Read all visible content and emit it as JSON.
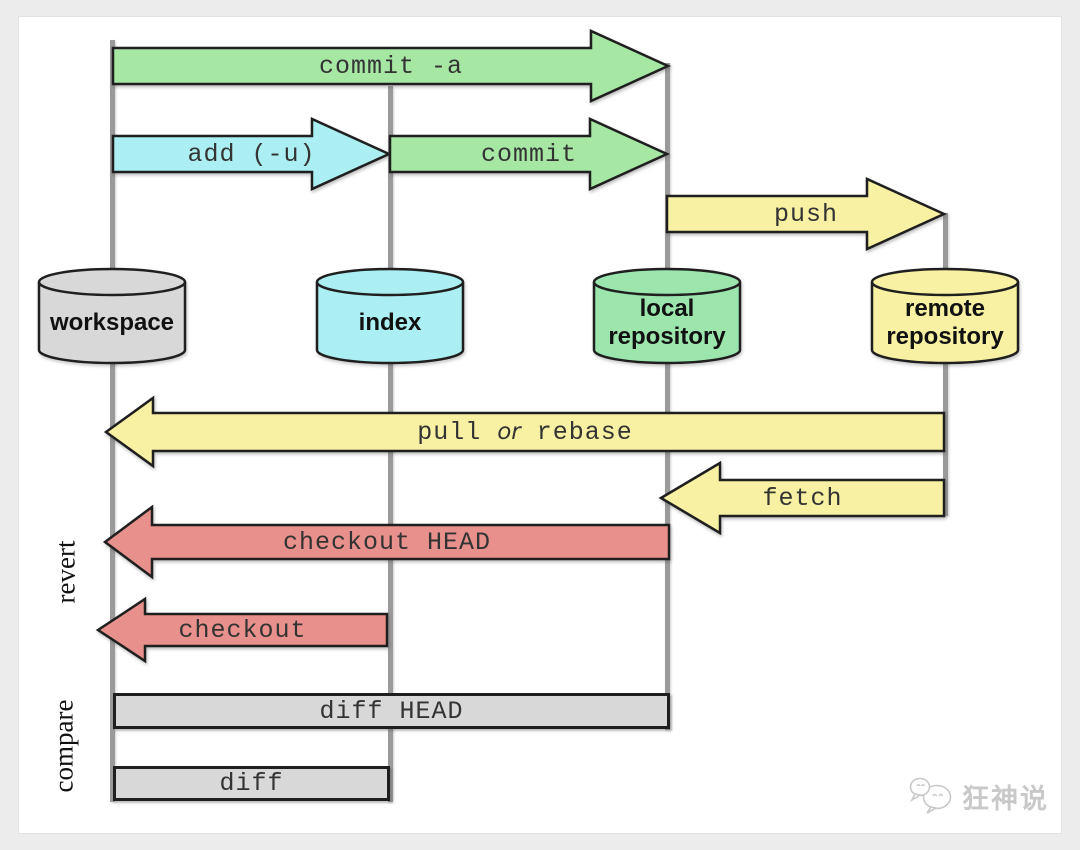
{
  "colors": {
    "green": "#a6e7a4",
    "cyan": "#abeff2",
    "yellow": "#f8f0a2",
    "red": "#e8908b",
    "gray_fill": "#d8d8d8",
    "outline": "#1f1f1f",
    "line": "#9a9a9a",
    "canvas": "#ececec",
    "page": "#ffffff",
    "label_text": "#333333",
    "watermark": "#c9c9c9"
  },
  "columns": [
    {
      "id": "workspace",
      "lines": [
        "workspace"
      ]
    },
    {
      "id": "index",
      "lines": [
        "index"
      ]
    },
    {
      "id": "local-repository",
      "lines": [
        "local",
        "repository"
      ]
    },
    {
      "id": "remote-repository",
      "lines": [
        "remote",
        "repository"
      ]
    }
  ],
  "arrows": {
    "commit_a": "commit -a",
    "add_u": "add (-u)",
    "commit": "commit",
    "push": "push",
    "pull_word": "pull",
    "or_word": "or",
    "rebase_word": "rebase",
    "fetch": "fetch",
    "checkout_head": "checkout HEAD",
    "checkout": "checkout"
  },
  "bars": {
    "diff_head": "diff HEAD",
    "diff": "diff"
  },
  "side_labels": {
    "revert": "revert",
    "compare": "compare"
  },
  "watermark": {
    "text": "狂神说",
    "icon": "wechat-bubbles-icon"
  }
}
